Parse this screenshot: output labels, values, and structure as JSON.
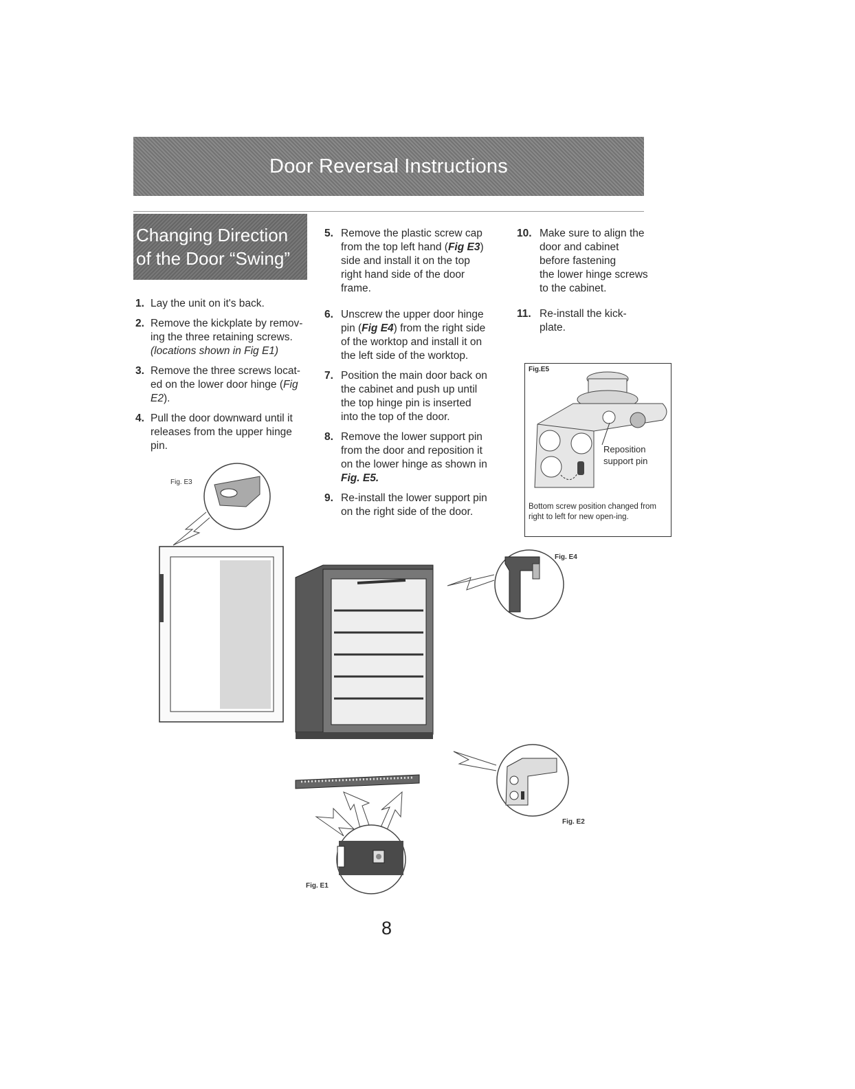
{
  "banner": {
    "title": "Door Reversal Instructions"
  },
  "section": {
    "title_line1": "Changing Direction",
    "title_line2": "of the Door “Swing”"
  },
  "steps_col1": [
    {
      "num": "1.",
      "text": "Lay the unit on it's back."
    },
    {
      "num": "2.",
      "text": "Remove the kickplate by remov-\ning the three retaining screws.",
      "note": "(locations shown in Fig E1)"
    },
    {
      "num": "3.",
      "text": "Remove the three screws locat-\ned on the lower door hinge (",
      "fig": "Fig\nE2",
      "after": ")."
    },
    {
      "num": "4.",
      "text": "Pull the door downward until it\nreleases from the upper hinge\npin."
    }
  ],
  "steps_col2": [
    {
      "num": "5.",
      "text": "Remove the plastic screw cap\nfrom the top left hand (",
      "fig": "Fig E3",
      "after": ")\nside and install it on the top\nright hand side of the door\nframe."
    },
    {
      "num": "6.",
      "text": "Unscrew the upper door hinge\npin (",
      "fig": "Fig E4",
      "after": ") from the right side\nof the worktop and install it on\nthe left side of the worktop."
    },
    {
      "num": "7.",
      "text": "Position the main door back on\nthe cabinet and push up until\nthe top hinge pin is inserted\ninto the top of the door."
    },
    {
      "num": "8.",
      "text": "Remove the lower support pin\nfrom the door and reposition it\non the lower hinge as shown in\n",
      "fig": "Fig. E5.",
      "after": ""
    },
    {
      "num": "9.",
      "text": "Re-install the lower support pin\non the right side of the door."
    }
  ],
  "steps_col3": [
    {
      "num": "10.",
      "text": "Make sure to align the\ndoor and cabinet\nbefore fastening\nthe lower hinge screws\nto the cabinet."
    },
    {
      "num": "11.",
      "text": "Re-install the kick-\nplate."
    }
  ],
  "figures": {
    "e1": "Fig. E1",
    "e2": "Fig. E2",
    "e3": "Fig. E3",
    "e4": "Fig. E4",
    "e5": "Fig.E5",
    "e5_callout": "Reposition\nsupport pin",
    "e5_caption": "Bottom screw position changed from right to left for new open-ing."
  },
  "page_number": "8"
}
